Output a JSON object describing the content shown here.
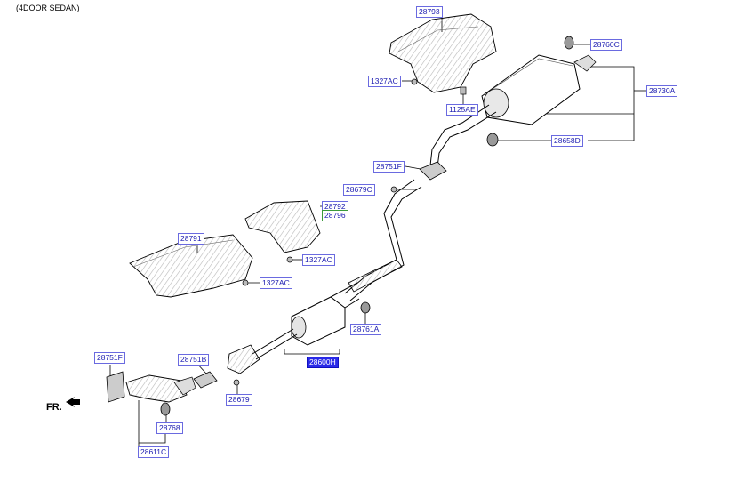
{
  "header": {
    "caption": "(4DOOR SEDAN)"
  },
  "direction": {
    "label": "FR."
  },
  "parts": [
    {
      "id": "p28793",
      "label": "28793"
    },
    {
      "id": "p28760C",
      "label": "28760C"
    },
    {
      "id": "p1327AC_a",
      "label": "1327AC"
    },
    {
      "id": "p28730A",
      "label": "28730A"
    },
    {
      "id": "p1125AE",
      "label": "1125AE"
    },
    {
      "id": "p28658D",
      "label": "28658D"
    },
    {
      "id": "p28751F_a",
      "label": "28751F"
    },
    {
      "id": "p28679C",
      "label": "28679C"
    },
    {
      "id": "p28792",
      "label": "28792"
    },
    {
      "id": "p28796",
      "label": "28796"
    },
    {
      "id": "p28791",
      "label": "28791"
    },
    {
      "id": "p1327AC_b",
      "label": "1327AC"
    },
    {
      "id": "p1327AC_c",
      "label": "1327AC"
    },
    {
      "id": "p28761A",
      "label": "28761A"
    },
    {
      "id": "p28600H",
      "label": "28600H"
    },
    {
      "id": "p28751F_b",
      "label": "28751F"
    },
    {
      "id": "p28751B",
      "label": "28751B"
    },
    {
      "id": "p28679",
      "label": "28679"
    },
    {
      "id": "p28768",
      "label": "28768"
    },
    {
      "id": "p28611C",
      "label": "28611C"
    }
  ],
  "colors": {
    "label_text": "#1a1ab0",
    "label_border": "#6a6ae0",
    "selected_bg": "#2a2ae8",
    "line": "#000000"
  }
}
